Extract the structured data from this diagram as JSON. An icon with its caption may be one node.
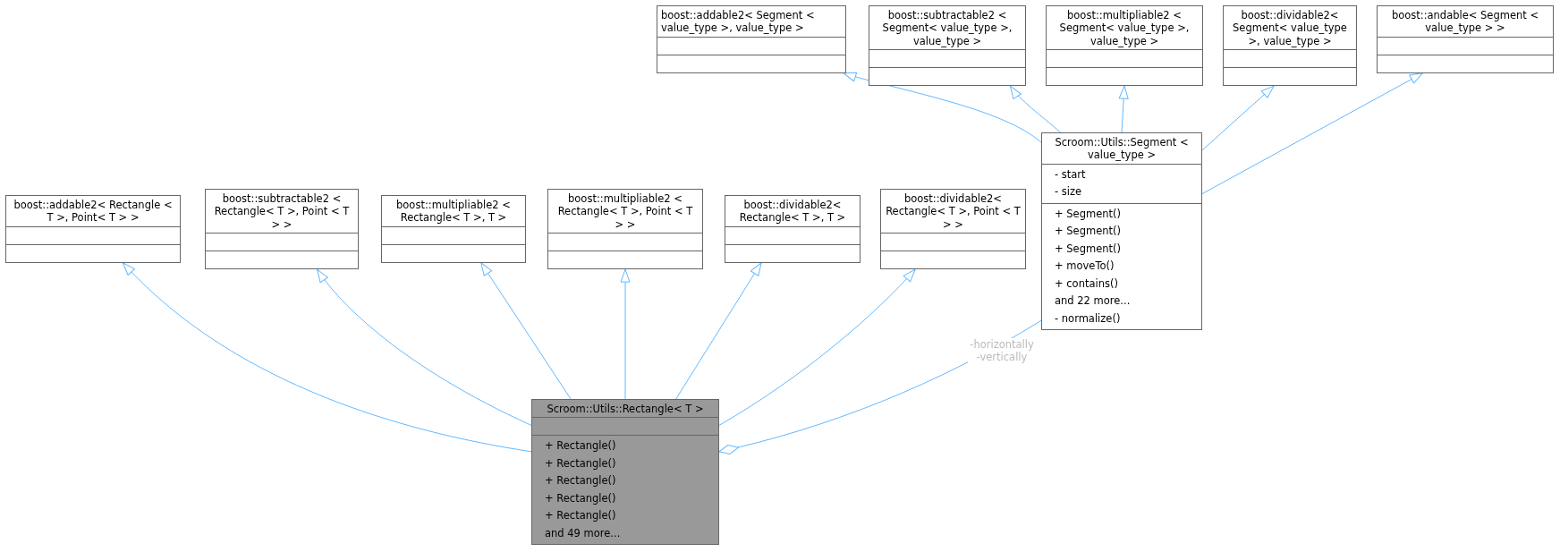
{
  "diagram": {
    "nodes": [
      {
        "text": [
          "boost::addable2< Segment < value_type >, value_type >"
        ]
      },
      {
        "text": [
          "boost::subtractable2 < Segment< value_type >, value_type >"
        ]
      },
      {
        "text": [
          "boost::multipliable2 < Segment< value_type >, value_type >"
        ]
      },
      {
        "text": [
          "boost::dividable2< Segment< value_type >, value_type >"
        ]
      },
      {
        "text": [
          "boost::andable< Segment < value_type > >"
        ]
      },
      {
        "text": [
          "Scroom::Utils::Segment < value_type >",
          "- start",
          "- size",
          "+ Segment()",
          "+ Segment()",
          "+ Segment()",
          "+ moveTo()",
          "+ contains()",
          "and 22 more...",
          "- normalize()"
        ]
      },
      {
        "text": [
          "boost::addable2< Rectangle < T >, Point< T > >"
        ]
      },
      {
        "text": [
          "boost::subtractable2 < Rectangle< T >, Point < T > >"
        ]
      },
      {
        "text": [
          "boost::multipliable2 < Rectangle< T >, T >"
        ]
      },
      {
        "text": [
          "boost::multipliable2 < Rectangle< T >, Point < T > >"
        ]
      },
      {
        "text": [
          "boost::dividable2< Rectangle< T >, T >"
        ]
      },
      {
        "text": [
          "boost::dividable2< Rectangle< T >, Point < T > >"
        ]
      },
      {
        "text": [
          "Scroom::Utils::Rectangle< T >",
          "+ Rectangle()",
          "+ Rectangle()",
          "+ Rectangle()",
          "+ Rectangle()",
          "+ Rectangle()",
          "and 49 more..."
        ]
      }
    ],
    "edges": [
      {
        "from": 12,
        "to": 6,
        "arrow": "to"
      },
      {
        "from": 12,
        "to": 7,
        "arrow": "to"
      },
      {
        "from": 12,
        "to": 8,
        "arrow": "to"
      },
      {
        "from": 12,
        "to": 9,
        "arrow": "to"
      },
      {
        "from": 12,
        "to": 10,
        "arrow": "to"
      },
      {
        "from": 12,
        "to": 11,
        "arrow": "to"
      },
      {
        "from": 5,
        "to": 0,
        "arrow": "to"
      },
      {
        "from": 5,
        "to": 1,
        "arrow": "to"
      },
      {
        "from": 5,
        "to": 2,
        "arrow": "to"
      },
      {
        "from": 5,
        "to": 3,
        "arrow": "to"
      },
      {
        "from": 5,
        "to": 4,
        "arrow": "to"
      },
      {
        "from": 5,
        "to": 12,
        "arrow": "other",
        "label": "-horizontally -vertically"
      }
    ]
  }
}
